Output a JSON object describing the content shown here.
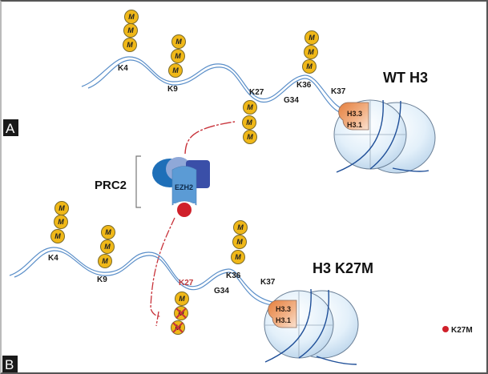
{
  "panels": {
    "a": {
      "letter": "A",
      "title": "WT H3",
      "residues": {
        "k4": "K4",
        "k9": "K9",
        "k27": "K27",
        "g34": "G34",
        "k36": "K36",
        "k37": "K37"
      },
      "nucleosome": {
        "line1": "H3.3",
        "line2": "H3.1"
      },
      "methyl_label": "M"
    },
    "b": {
      "letter": "B",
      "title": "H3 K27M",
      "residues": {
        "k4": "K4",
        "k9": "K9",
        "k27": "K27",
        "g34": "G34",
        "k36": "K36",
        "k37": "K37"
      },
      "nucleosome": {
        "line1": "H3.3",
        "line2": "H3.1"
      },
      "methyl_label": "M"
    }
  },
  "complex": {
    "name": "PRC2",
    "subunit": "EZH2"
  },
  "legend": {
    "label": "K27M",
    "color": "#d0202a"
  },
  "colors": {
    "methyl_fill": "#f0b818",
    "tail": "#5b8fc9",
    "inhibition_line": "#c8323a",
    "mutant_label": "#c0393b",
    "nucleosome_core": "#e7f2fb",
    "dna_wrap": "#1f4f98",
    "h3_badge": "#e9925a"
  }
}
